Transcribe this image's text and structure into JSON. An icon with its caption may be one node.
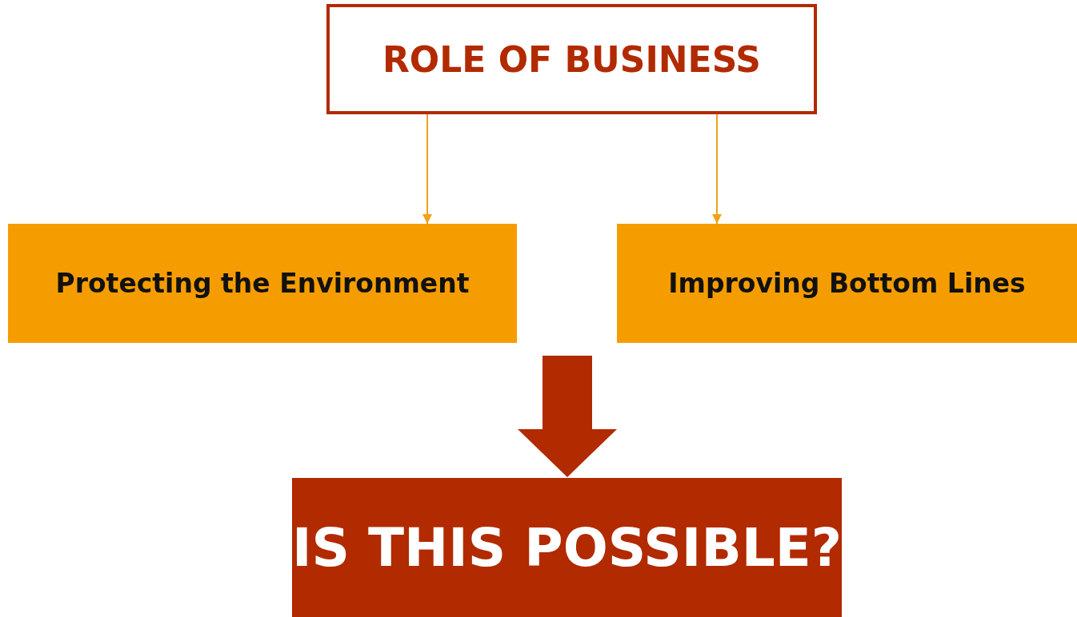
{
  "diagram": {
    "nodes": [
      {
        "text": [
          "ROLE OF BUSINESS"
        ]
      },
      {
        "text": [
          "Protecting the Environment"
        ]
      },
      {
        "text": [
          "Improving Bottom Lines"
        ]
      },
      {
        "text": [
          "IS THIS POSSIBLE?"
        ]
      }
    ],
    "edges": [
      {
        "from": 0,
        "to": 1,
        "arrow": "to"
      },
      {
        "from": 0,
        "to": 2,
        "arrow": "to"
      },
      {
        "from": null,
        "to": 3,
        "arrow": "to",
        "style": "thick",
        "color": "#b22a00"
      }
    ]
  }
}
